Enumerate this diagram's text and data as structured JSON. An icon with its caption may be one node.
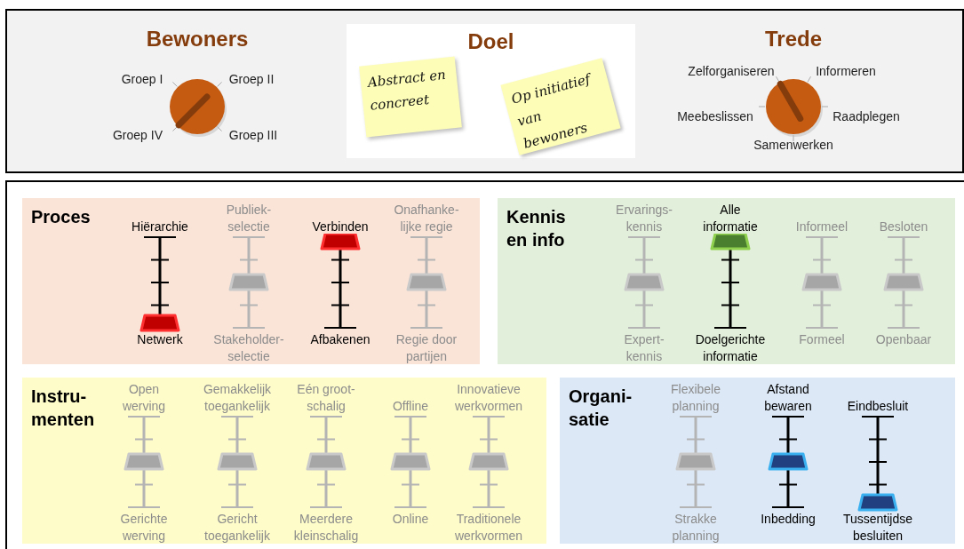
{
  "diagram": {
    "nodes": [
      {
        "text": [
          "Bewoners"
        ],
        "beside": [
          "Groep I",
          "Groep II",
          "Groep IV",
          "Groep III"
        ]
      },
      {
        "text": [
          "Doel"
        ]
      },
      {
        "text": [
          "Abstract en concreet"
        ],
        "in": 1
      },
      {
        "text": [
          "Op initiatief van bewoners"
        ],
        "in": 1
      },
      {
        "text": [
          "Trede"
        ],
        "beside": [
          "Zelforganiseren",
          "Informeren",
          "Meebeslissen",
          "Raadplegen",
          "Samenwerken"
        ]
      },
      {
        "text": [
          "Proces"
        ]
      },
      {
        "text": [
          "Hiërarchie",
          "Netwerk"
        ],
        "in": 5
      },
      {
        "text": [
          "Publiek- selectie",
          "Stakeholder- selectie"
        ],
        "in": 5
      },
      {
        "text": [
          "Verbinden",
          "Afbakenen"
        ],
        "in": 5
      },
      {
        "text": [
          "Onafhanke- lijke regie",
          "Regie door partijen"
        ],
        "in": 5
      },
      {
        "text": [
          "Kennis en info"
        ]
      },
      {
        "text": [
          "Ervarings- kennis",
          "Expert- kennis"
        ],
        "in": 10
      },
      {
        "text": [
          "Alle informatie",
          "Doelgerichte informatie"
        ],
        "in": 10
      },
      {
        "text": [
          "Informeel",
          "Formeel"
        ],
        "in": 10
      },
      {
        "text": [
          "Besloten",
          "Openbaar"
        ],
        "in": 10
      },
      {
        "text": [
          "Instru- menten"
        ]
      },
      {
        "text": [
          "Open werving",
          "Gerichte werving"
        ],
        "in": 15
      },
      {
        "text": [
          "Gemakkelijk toegankelijk",
          "Gericht toegankelijk"
        ],
        "in": 15
      },
      {
        "text": [
          "Eén groot- schalig",
          "Meerdere kleinschalig"
        ],
        "in": 15
      },
      {
        "text": [
          "Offline",
          "Online"
        ],
        "in": 15
      },
      {
        "text": [
          "Innovatieve werkvormen",
          "Traditionele werkvormen"
        ],
        "in": 15
      },
      {
        "text": [
          "Organi- satie"
        ]
      },
      {
        "text": [
          "Flexibele planning",
          "Strakke planning"
        ],
        "in": 21
      },
      {
        "text": [
          "Afstand bewaren",
          "Inbedding"
        ],
        "in": 21
      },
      {
        "text": [
          "Eindbesluit",
          "Tussentijdse besluiten"
        ],
        "in": 21
      }
    ]
  }
}
